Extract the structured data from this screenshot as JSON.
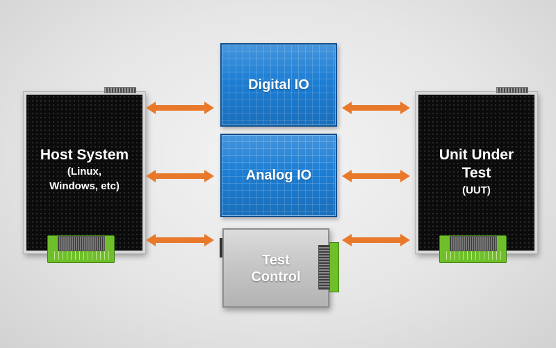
{
  "host": {
    "title": "Host System",
    "sub1": "(Linux,",
    "sub2": "Windows, etc)"
  },
  "uut": {
    "title1": "Unit Under",
    "title2": "Test",
    "sub": "(UUT)"
  },
  "digital": {
    "label": "Digital IO"
  },
  "analog": {
    "label": "Analog IO"
  },
  "control": {
    "line1": "Test",
    "line2": "Control"
  },
  "colors": {
    "arrow": "#e8792a",
    "blue_module": "#1d7ed4",
    "chassis": "#0b0b0b",
    "pcb": "#6fbf2a",
    "control_grey": "#c7c7c7"
  },
  "connections": [
    {
      "from": "host",
      "to": "digital",
      "direction": "bidirectional"
    },
    {
      "from": "digital",
      "to": "uut",
      "direction": "bidirectional"
    },
    {
      "from": "host",
      "to": "analog",
      "direction": "bidirectional"
    },
    {
      "from": "analog",
      "to": "uut",
      "direction": "bidirectional"
    },
    {
      "from": "host",
      "to": "control",
      "direction": "bidirectional"
    },
    {
      "from": "control",
      "to": "uut",
      "direction": "bidirectional"
    }
  ]
}
